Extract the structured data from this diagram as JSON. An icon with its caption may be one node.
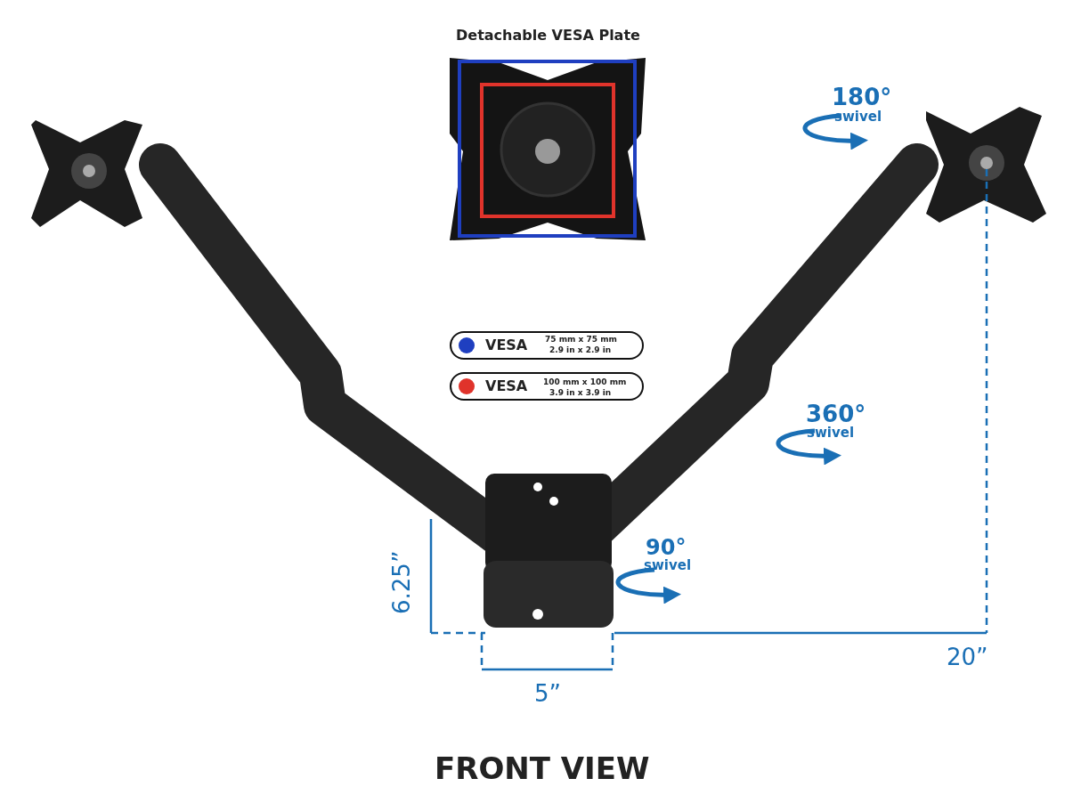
{
  "diagram": {
    "caption": "FRONT VIEW",
    "labels": [
      "Detachable VESA Plate",
      "180°",
      "swivel",
      "75 mm x 75 mm",
      "2.9 in x 2.9 in",
      "100 mm x 100 mm",
      "3.9 in x 3.9 in",
      "360°",
      "swivel",
      "90°",
      "swivel",
      "6.25”",
      "20”",
      "5”"
    ],
    "legend": [
      {
        "text": "VESA",
        "color": "#1f3fc0"
      },
      {
        "text": "VESA",
        "color": "#e0332b"
      }
    ]
  }
}
